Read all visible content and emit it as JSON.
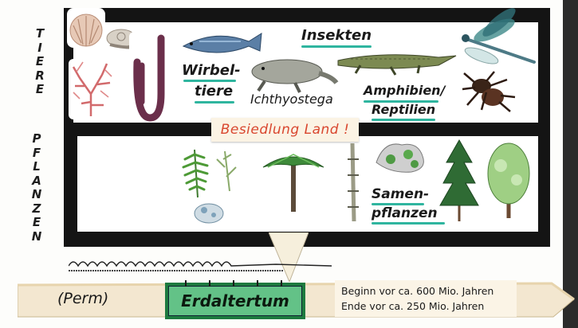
{
  "side_labels": {
    "animals": [
      "T",
      "I",
      "E",
      "R",
      "E"
    ],
    "plants": [
      "P",
      "F",
      "L",
      "A",
      "N",
      "Z",
      "E",
      "N"
    ]
  },
  "animals_panel": {
    "insekten": "Insekten",
    "wirbeltiere_line1": "Wirbel-",
    "wirbeltiere_line2": "tiere",
    "ichthyostega": "Ichthyostega",
    "amphibien_line1": "Amphibien/",
    "amphibien_line2": "Reptilien"
  },
  "banner": {
    "text": "Besiedlung Land !"
  },
  "plants_panel": {
    "samen_line1": "Samen-",
    "samen_line2": "pflanzen"
  },
  "timeline": {
    "perm": "(Perm)",
    "era": "Erdaltertum",
    "begin": "Beginn vor ca. 600 Mio. Jahren",
    "end": "Ende vor ca. 250 Mio. Jahren"
  },
  "colors": {
    "frame": "#141414",
    "underline": "#2fb59f",
    "banner_text": "#d9472f",
    "era_fill": "#63c287",
    "era_border": "#1d7a3f",
    "timeline_paper": "#f3e7d0"
  },
  "icons": [
    "shell-icon",
    "snail-icon",
    "coral-icon",
    "sponge-tube-icon",
    "fish-icon",
    "ichthyostega-icon",
    "crocodile-icon",
    "dragonfly-icon",
    "spider-icon",
    "fern-icon",
    "horsetail-icon",
    "lichen-icon",
    "tree-fern-icon",
    "calamites-icon",
    "moss-icon",
    "conifer-icon",
    "broadleaf-tree-icon"
  ]
}
